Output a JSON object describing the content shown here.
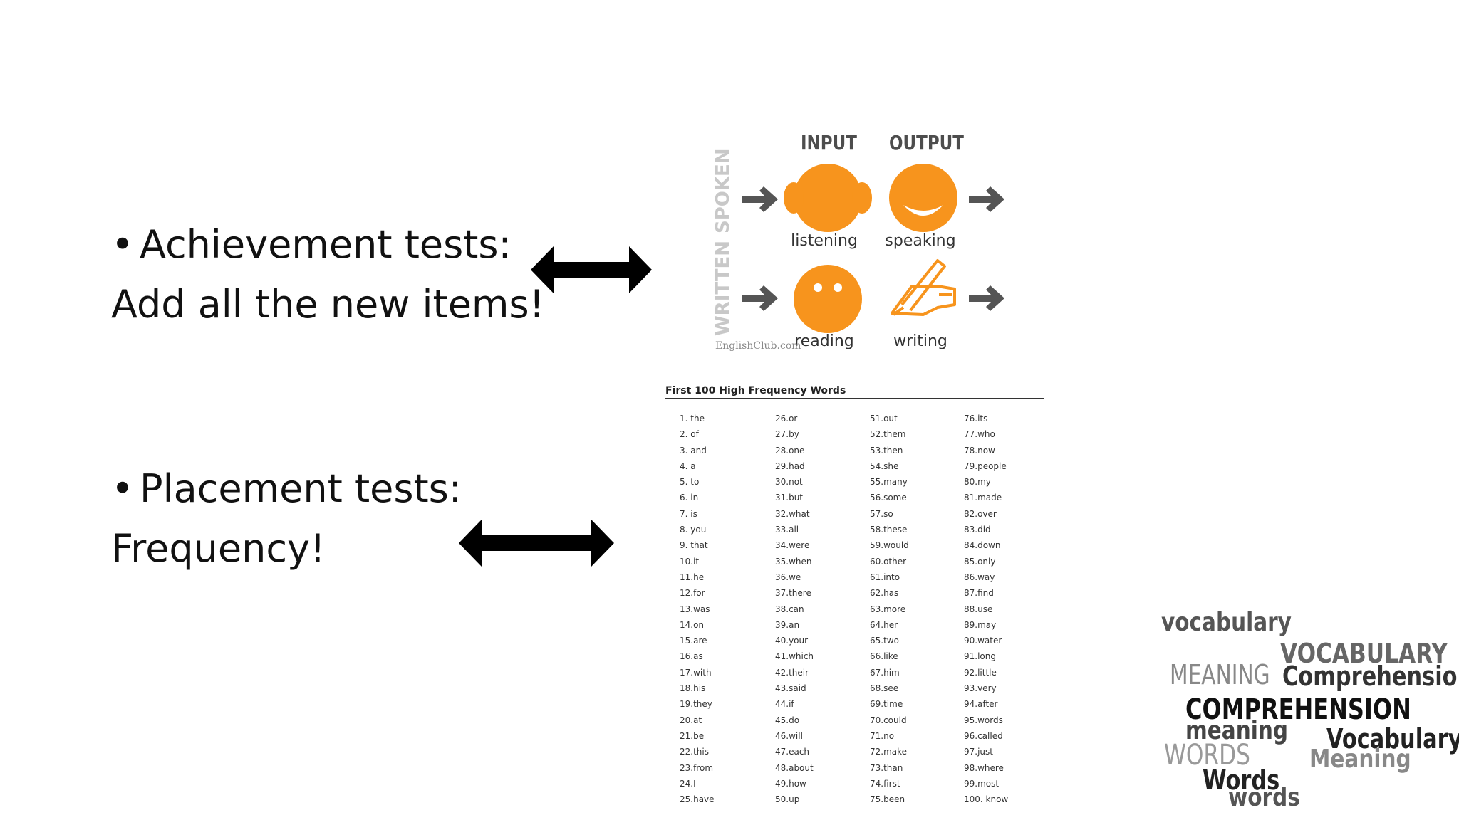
{
  "bullets": {
    "achievement": {
      "line1": "Achievement tests:",
      "line2": "Add all the new items!"
    },
    "placement": {
      "line1": "Placement tests:",
      "line2": "Frequency!"
    },
    "bullet_symbol": "•"
  },
  "skills_diagram": {
    "head_input": "INPUT",
    "head_output": "OUTPUT",
    "side_spoken": "SPOKEN",
    "side_written": "WRITTEN",
    "listening": "listening",
    "speaking": "speaking",
    "reading": "reading",
    "writing": "writing",
    "credit": "EnglishClub.com",
    "accent_color": "#f7941d",
    "arrow_color": "#555555"
  },
  "frequency_list": {
    "title": "First 100 High Frequency Words",
    "columns": [
      [
        "1.  the",
        "2.  of",
        "3.  and",
        "4.  a",
        "5.  to",
        "6.  in",
        "7.  is",
        "8.  you",
        "9.  that",
        "10.it",
        "11.he",
        "12.for",
        "13.was",
        "14.on",
        "15.are",
        "16.as",
        "17.with",
        "18.his",
        "19.they",
        "20.at",
        "21.be",
        "22.this",
        "23.from",
        "24.I",
        "25.have"
      ],
      [
        "26.or",
        "27.by",
        "28.one",
        "29.had",
        "30.not",
        "31.but",
        "32.what",
        "33.all",
        "34.were",
        "35.when",
        "36.we",
        "37.there",
        "38.can",
        "39.an",
        "40.your",
        "41.which",
        "42.their",
        "43.said",
        "44.if",
        "45.do",
        "46.will",
        "47.each",
        "48.about",
        "49.how",
        "50.up"
      ],
      [
        "51.out",
        "52.them",
        "53.then",
        "54.she",
        "55.many",
        "56.some",
        "57.so",
        "58.these",
        "59.would",
        "60.other",
        "61.into",
        "62.has",
        "63.more",
        "64.her",
        "65.two",
        "66.like",
        "67.him",
        "68.see",
        "69.time",
        "70.could",
        "71.no",
        "72.make",
        "73.than",
        "74.first",
        "75.been"
      ],
      [
        "76.its",
        "77.who",
        "78.now",
        "79.people",
        "80.my",
        "81.made",
        "82.over",
        "83.did",
        "84.down",
        "85.only",
        "86.way",
        "87.find",
        "88.use",
        "89.may",
        "90.water",
        "91.long",
        "92.little",
        "93.very",
        "94.after",
        "95.words",
        "96.called",
        "97.just",
        "98.where",
        "99.most",
        "100. know"
      ]
    ]
  },
  "word_cloud": {
    "w1": "vocabulary",
    "w2": "VOCABULARY",
    "w3": "MEANING",
    "w4": "Comprehension",
    "w5": "COMPREHENSION",
    "w6": "meaning",
    "w7": "Vocabulary",
    "w8": "WORDS",
    "w9": "Meaning",
    "w10": "Words",
    "w11": "words"
  }
}
